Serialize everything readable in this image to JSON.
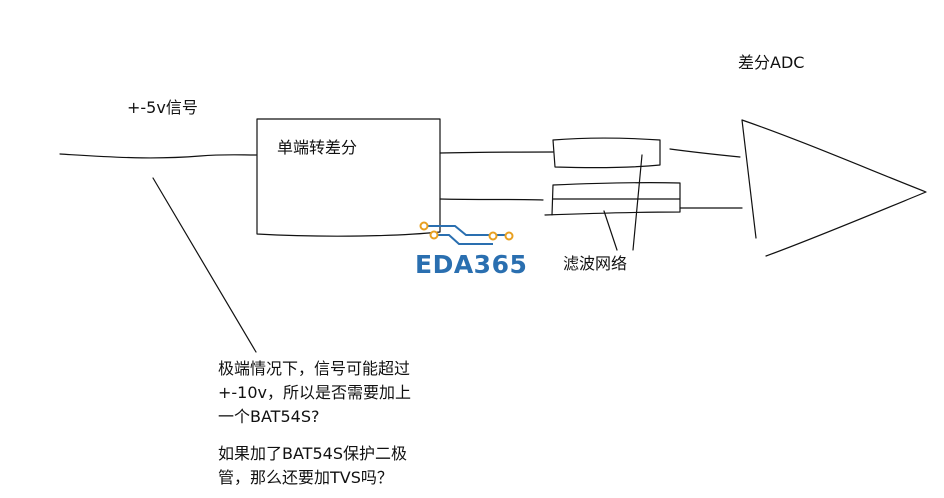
{
  "labels": {
    "signal": "+-5v信号",
    "single_to_diff": "单端转差分",
    "adc": "差分ADC",
    "filter": "滤波网络"
  },
  "question_1": [
    "极端情况下，信号可能超过",
    "+-10v，所以是否需要加上",
    "一个BAT54S?"
  ],
  "question_2": [
    "如果加了BAT54S保护二极",
    "管，那么还要加TVS吗？"
  ],
  "watermark": {
    "text": "EDA365",
    "text_color": "#2a6fb0",
    "trace_color": "#2a6fb0",
    "pad_color": "#e8a020"
  },
  "colors": {
    "ink": "#111111",
    "background": "#ffffff"
  }
}
